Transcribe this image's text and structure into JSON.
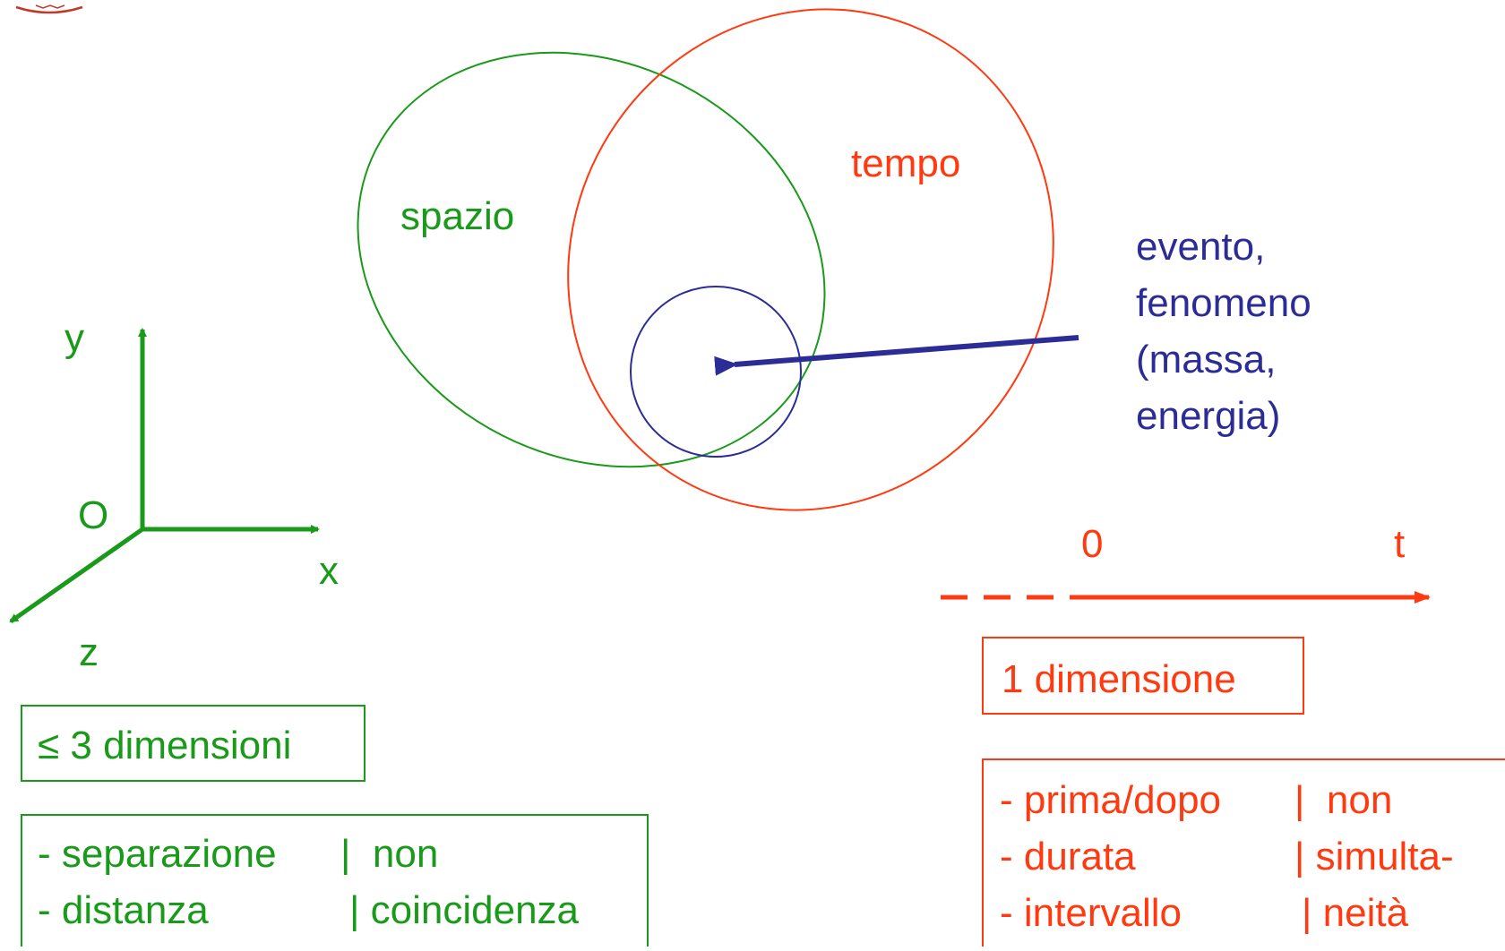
{
  "colors": {
    "space_green": "#1a9a1a",
    "time_red": "#ff3a10",
    "event_blue": "#2c2c96",
    "logo_red": "#c0392b"
  },
  "venn": {
    "space_label": "spazio",
    "time_label": "tempo",
    "event_label_lines": [
      "evento,",
      "fenomeno",
      "(massa,",
      "energia)"
    ]
  },
  "space_axes": {
    "y_label": "y",
    "x_label": "x",
    "z_label": "z",
    "origin_label": "O"
  },
  "time_axis": {
    "zero_label": "0",
    "t_label": "t"
  },
  "space_boxes": {
    "dimensions": "≤ 3 dimensioni",
    "properties_left": [
      "- separazione",
      "- distanza"
    ],
    "properties_right": [
      "|  non",
      "| coincidenza"
    ]
  },
  "time_boxes": {
    "dimensions": "1 dimensione",
    "properties_left": [
      "- prima/dopo",
      "- durata",
      "- intervallo"
    ],
    "properties_right": [
      "|  non",
      "| simulta-",
      "| neità"
    ]
  }
}
